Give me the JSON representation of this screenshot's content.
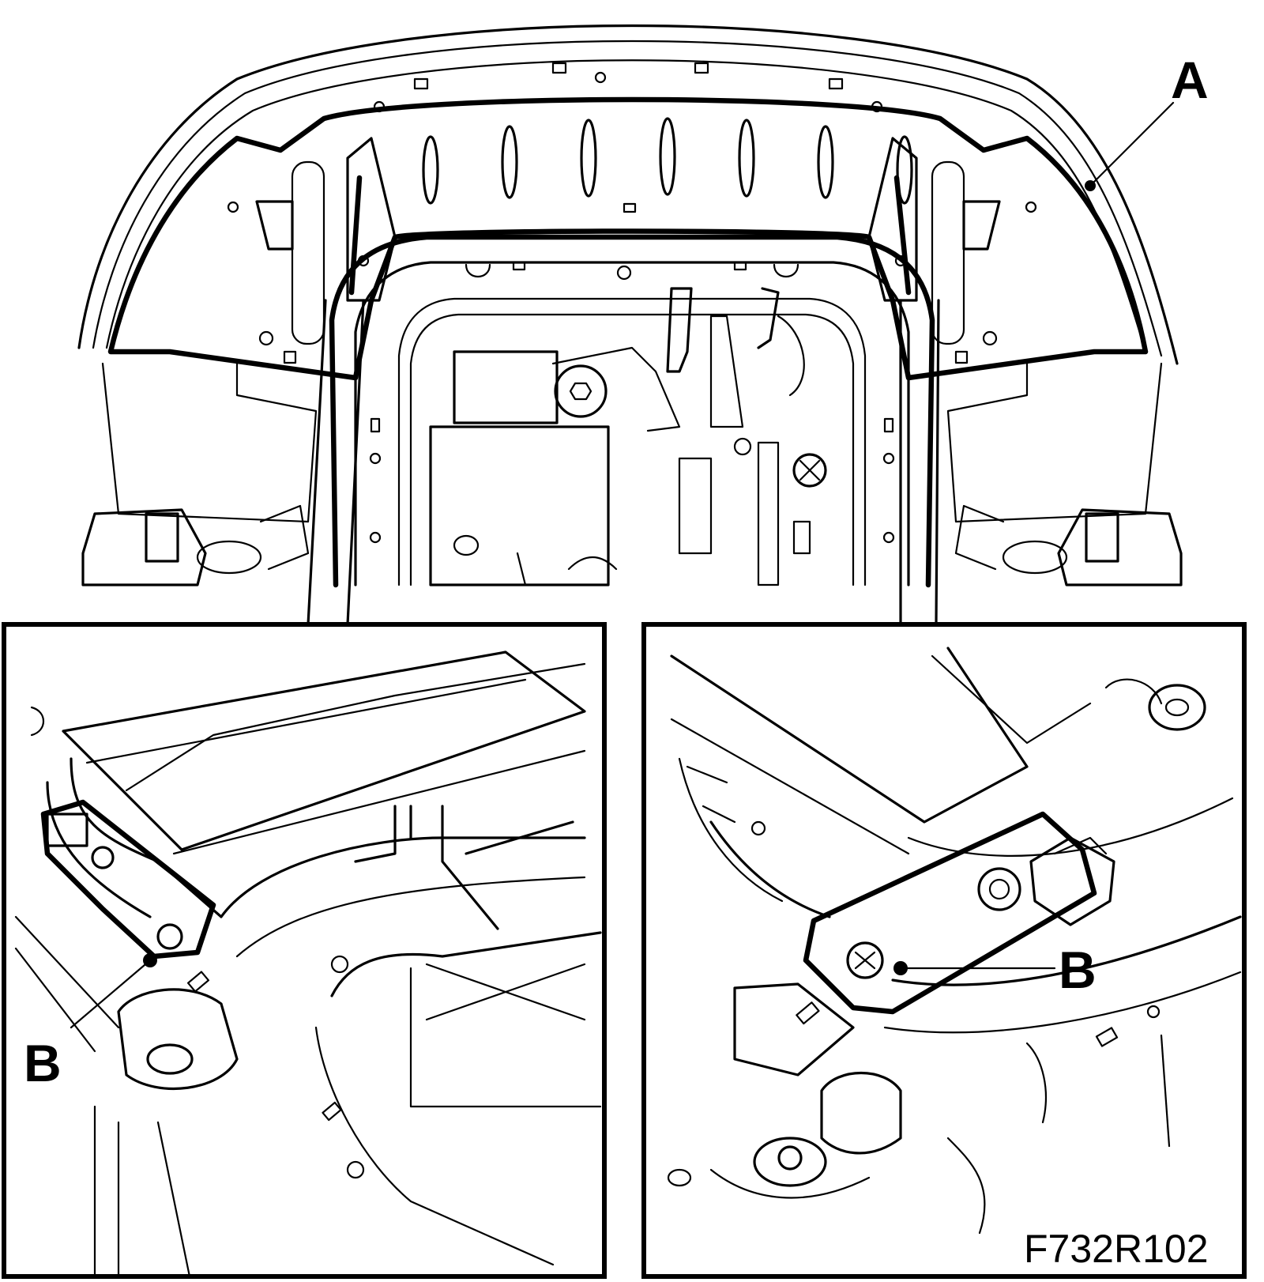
{
  "figure": {
    "reference_code": "F732R102",
    "callouts": {
      "a": "A",
      "b_left": "B",
      "b_right": "B"
    }
  },
  "colors": {
    "ink": "#000000",
    "paper": "#ffffff"
  }
}
